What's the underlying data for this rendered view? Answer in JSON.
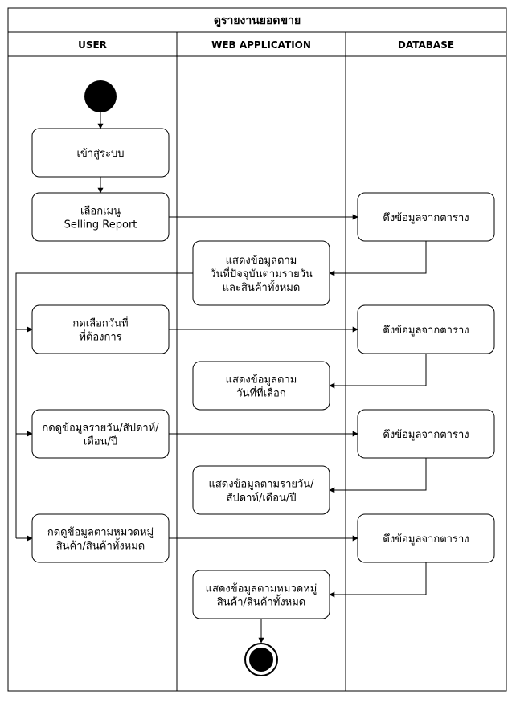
{
  "title": "ดูรายงานยอดขาย",
  "lanes": [
    {
      "label": "USER"
    },
    {
      "label": "WEB APPLICATION"
    },
    {
      "label": "DATABASE"
    }
  ],
  "nodes": {
    "login": [
      "เข้าสู่ระบบ"
    ],
    "select_menu": [
      "เลือกเมนู",
      "Selling Report"
    ],
    "db_fetch_1": [
      "ดึงข้อมูลจากตาราง"
    ],
    "show_today": [
      "แสดงข้อมูลตาม",
      "วันที่ปัจจุบันตามรายวัน",
      "และสินค้าทั้งหมด"
    ],
    "pick_date": [
      "กดเลือกวันที่",
      "ที่ต้องการ"
    ],
    "db_fetch_2": [
      "ดึงข้อมูลจากตาราง"
    ],
    "show_date": [
      "แสดงข้อมูลตาม",
      "วันที่ที่เลือก"
    ],
    "view_period": [
      "กดดูข้อมูลรายวัน/สัปดาห์/",
      "เดือน/ปี"
    ],
    "db_fetch_3": [
      "ดึงข้อมูลจากตาราง"
    ],
    "show_period": [
      "แสดงข้อมูลตามรายวัน/",
      "สัปดาห์/เดือน/ปี"
    ],
    "view_category": [
      "กดดูข้อมูลตามหมวดหมู่",
      "สินค้า/สินค้าทั้งหมด"
    ],
    "db_fetch_4": [
      "ดึงข้อมูลจากตาราง"
    ],
    "show_category": [
      "แสดงข้อมูลตามหมวดหมู่",
      "สินค้า/สินค้าทั้งหมด"
    ]
  }
}
